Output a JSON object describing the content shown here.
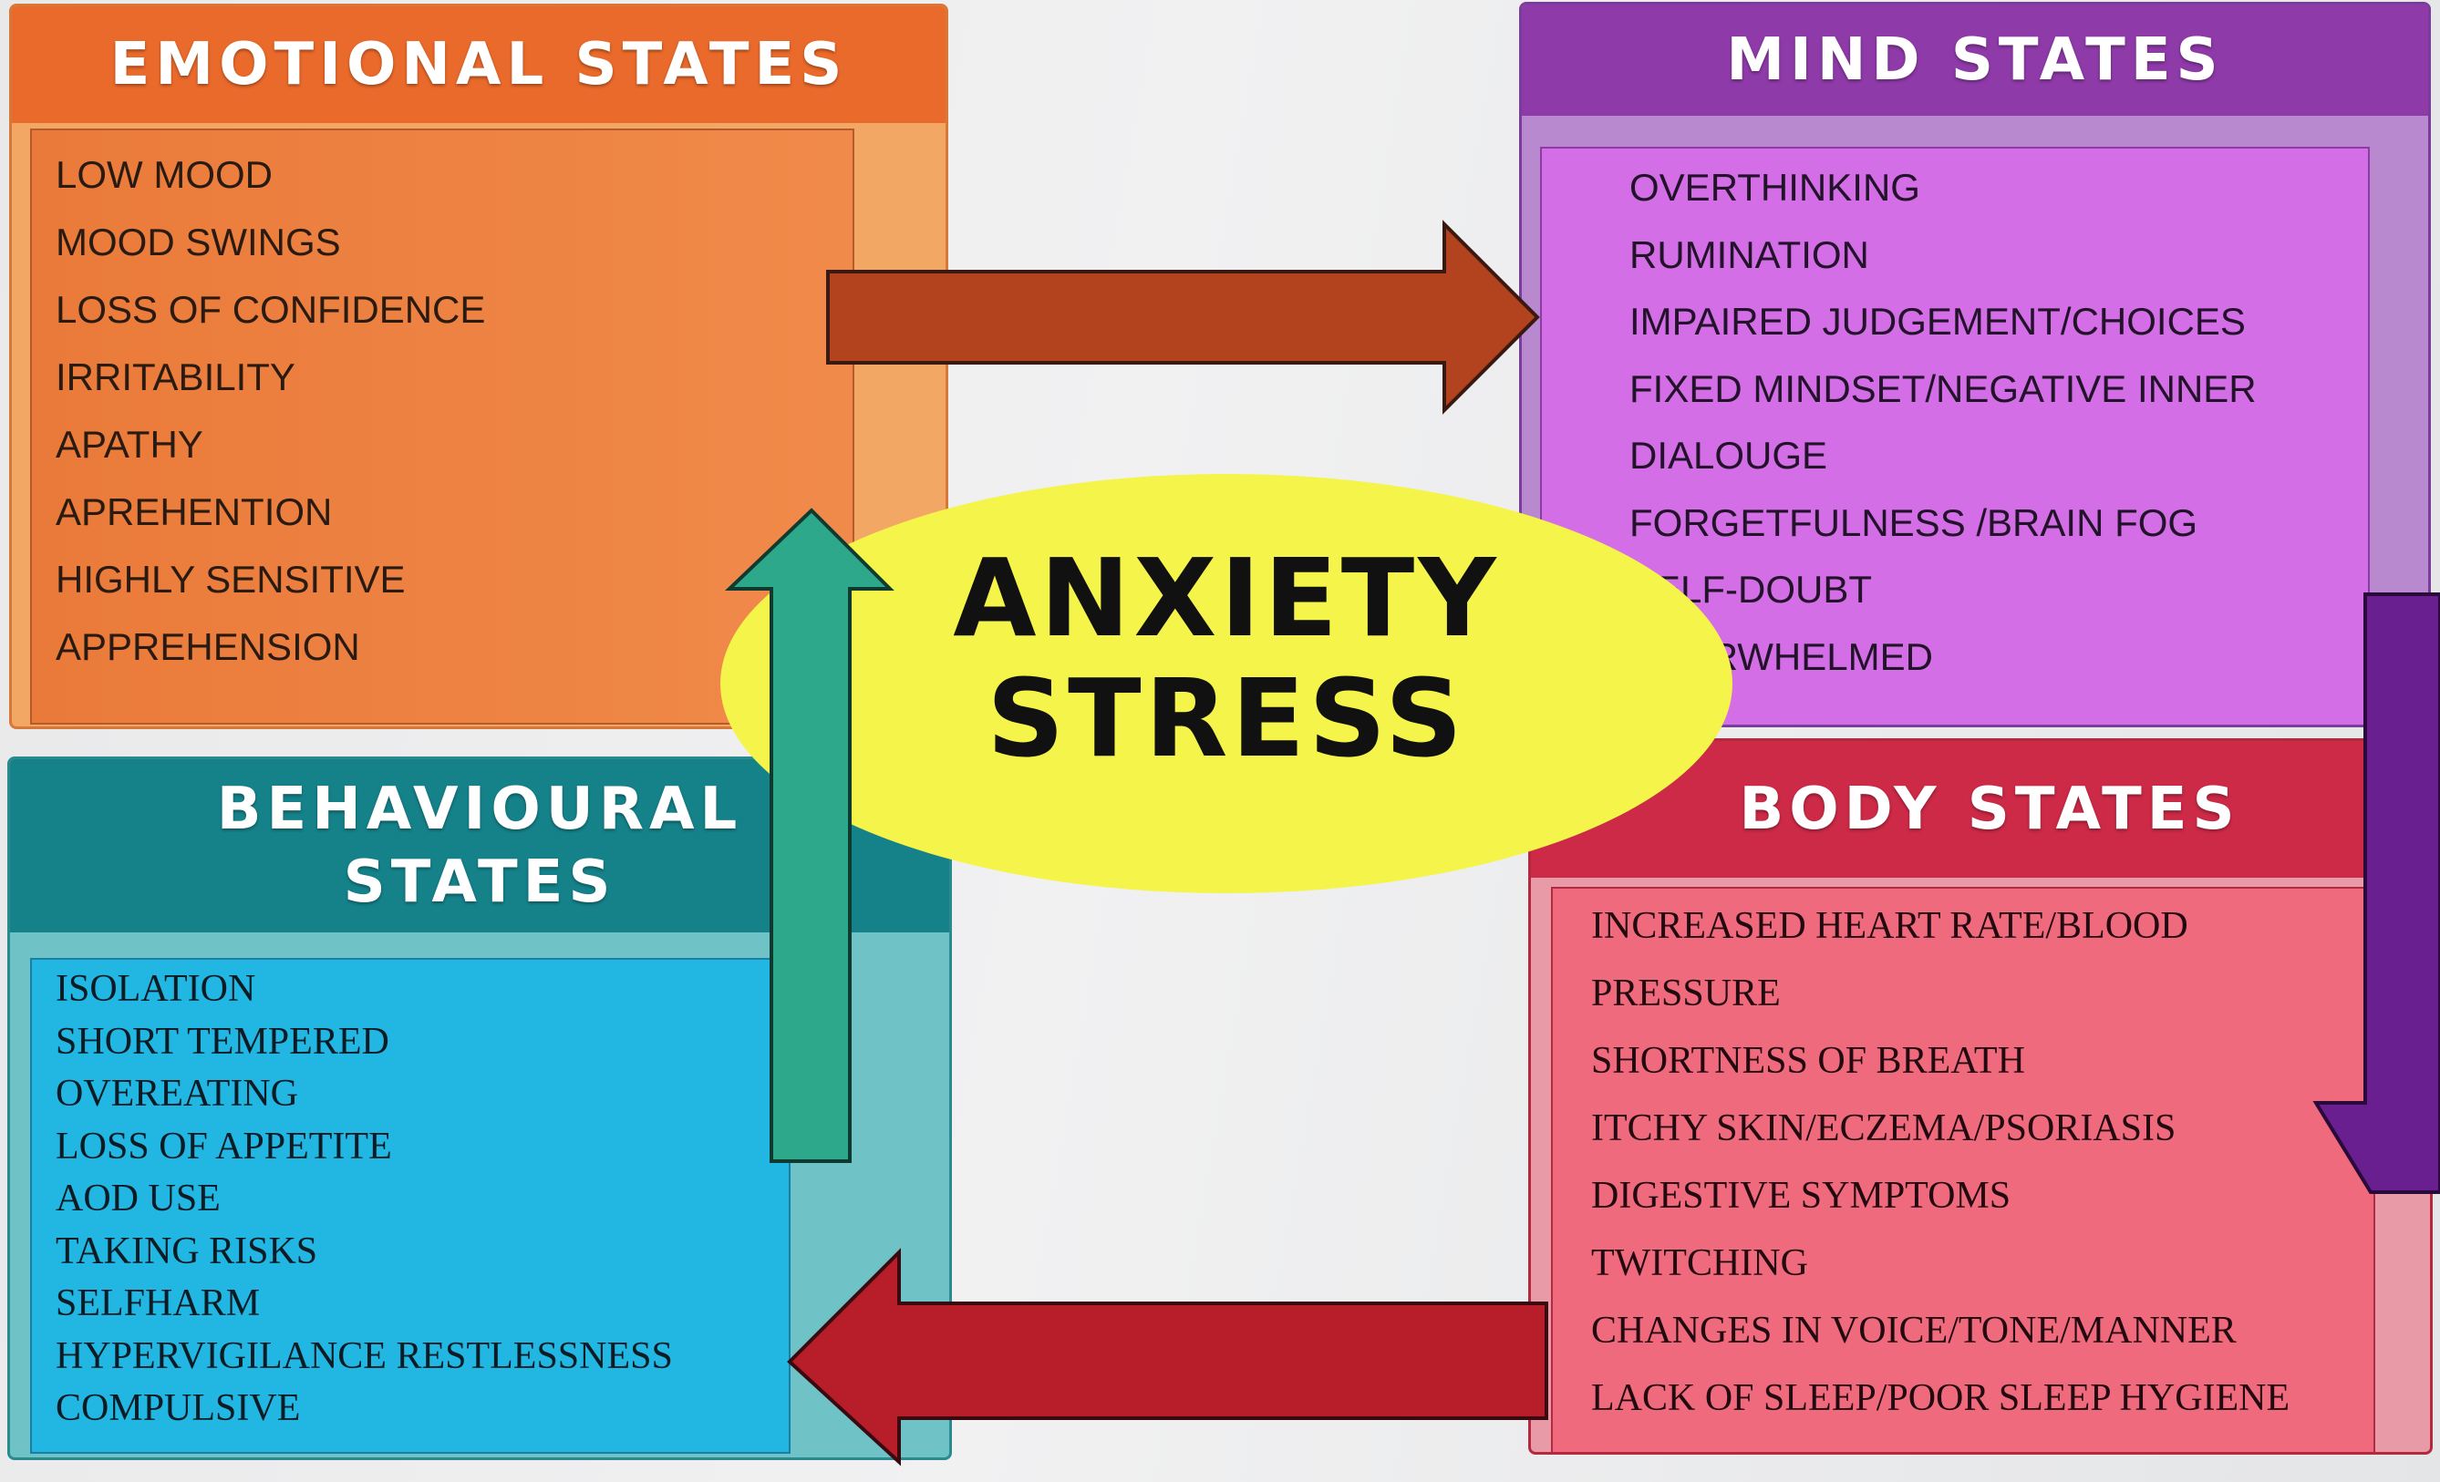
{
  "center": {
    "line1": "ANXIETY",
    "line2": "STRESS"
  },
  "emotional": {
    "title": "EMOTIONAL STATES",
    "items": [
      "LOW MOOD",
      "MOOD SWINGS",
      "LOSS OF CONFIDENCE",
      "IRRITABILITY",
      "APATHY",
      "APREHENTION",
      "HIGHLY SENSITIVE",
      "APPREHENSION"
    ]
  },
  "mind": {
    "title": "MIND STATES",
    "items": [
      "OVERTHINKING",
      "RUMINATION",
      "IMPAIRED JUDGEMENT/CHOICES",
      "FIXED MINDSET/NEGATIVE INNER",
      "DIALOUGE",
      "FORGETFULNESS /BRAIN FOG",
      "SELF-DOUBT",
      "OVERWHELMED"
    ]
  },
  "behavioural": {
    "title_line1": "BEHAVIOURAL",
    "title_line2": "STATES",
    "items": [
      "ISOLATION",
      "SHORT TEMPERED",
      "OVEREATING",
      "LOSS OF APPETITE",
      "AOD USE",
      "TAKING RISKS",
      "SELFHARM",
      "HYPERVIGILANCE RESTLESSNESS",
      "COMPULSIVE"
    ]
  },
  "body": {
    "title": "BODY STATES",
    "items": [
      "INCREASED HEART RATE/BLOOD",
      "PRESSURE",
      "SHORTNESS OF BREATH",
      "ITCHY SKIN/ECZEMA/PSORIASIS",
      "DIGESTIVE SYMPTOMS",
      "TWITCHING",
      "CHANGES IN VOICE/TONE/MANNER",
      "LACK OF SLEEP/POOR SLEEP HYGIENE"
    ]
  },
  "colors": {
    "emotional": "#ea6a2b",
    "mind": "#8e3aa8",
    "behavioural": "#15828a",
    "body": "#cc2a47",
    "center": "#f4f44a"
  }
}
